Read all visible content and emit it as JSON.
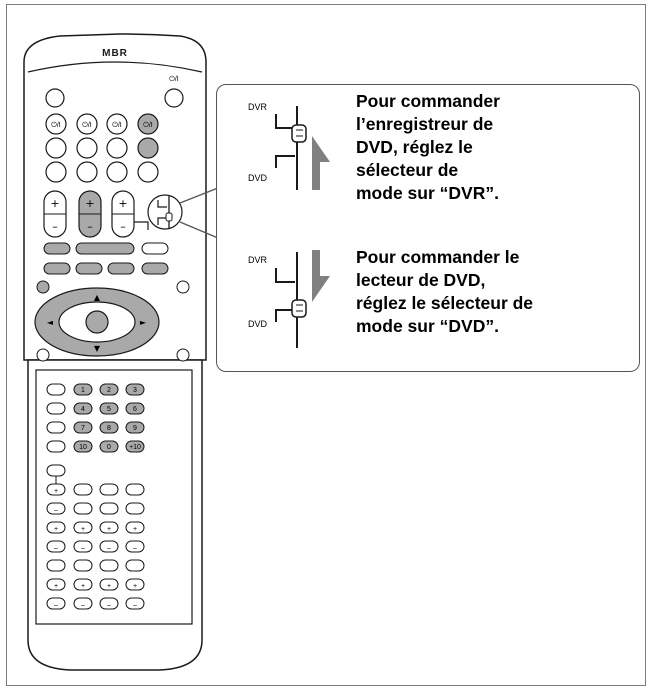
{
  "remote": {
    "brand": "MBR",
    "power_label": "⏻/I",
    "power_small": "⏻/I",
    "numpad": [
      "1",
      "2",
      "3",
      "4",
      "5",
      "6",
      "7",
      "8",
      "9",
      "10",
      "0",
      "+10"
    ],
    "plus": "+",
    "minus": "–",
    "arrow_up": "▲",
    "arrow_down": "▼",
    "arrow_left": "◄",
    "arrow_right": "►"
  },
  "callout": {
    "dvr_label": "DVR",
    "dvd_label": "DVD",
    "instruction_dvr": "Pour commander\nl’enregistreur de\nDVD, réglez le\nsélecteur de\nmode sur “DVR”.",
    "instruction_dvd": "Pour commander le\nlecteur de DVD,\nréglez le sélecteur de\nmode sur “DVD”.",
    "colors": {
      "arrow": "#808080",
      "button_gray": "#a9a9a9",
      "outline": "#1a1a1a"
    }
  }
}
